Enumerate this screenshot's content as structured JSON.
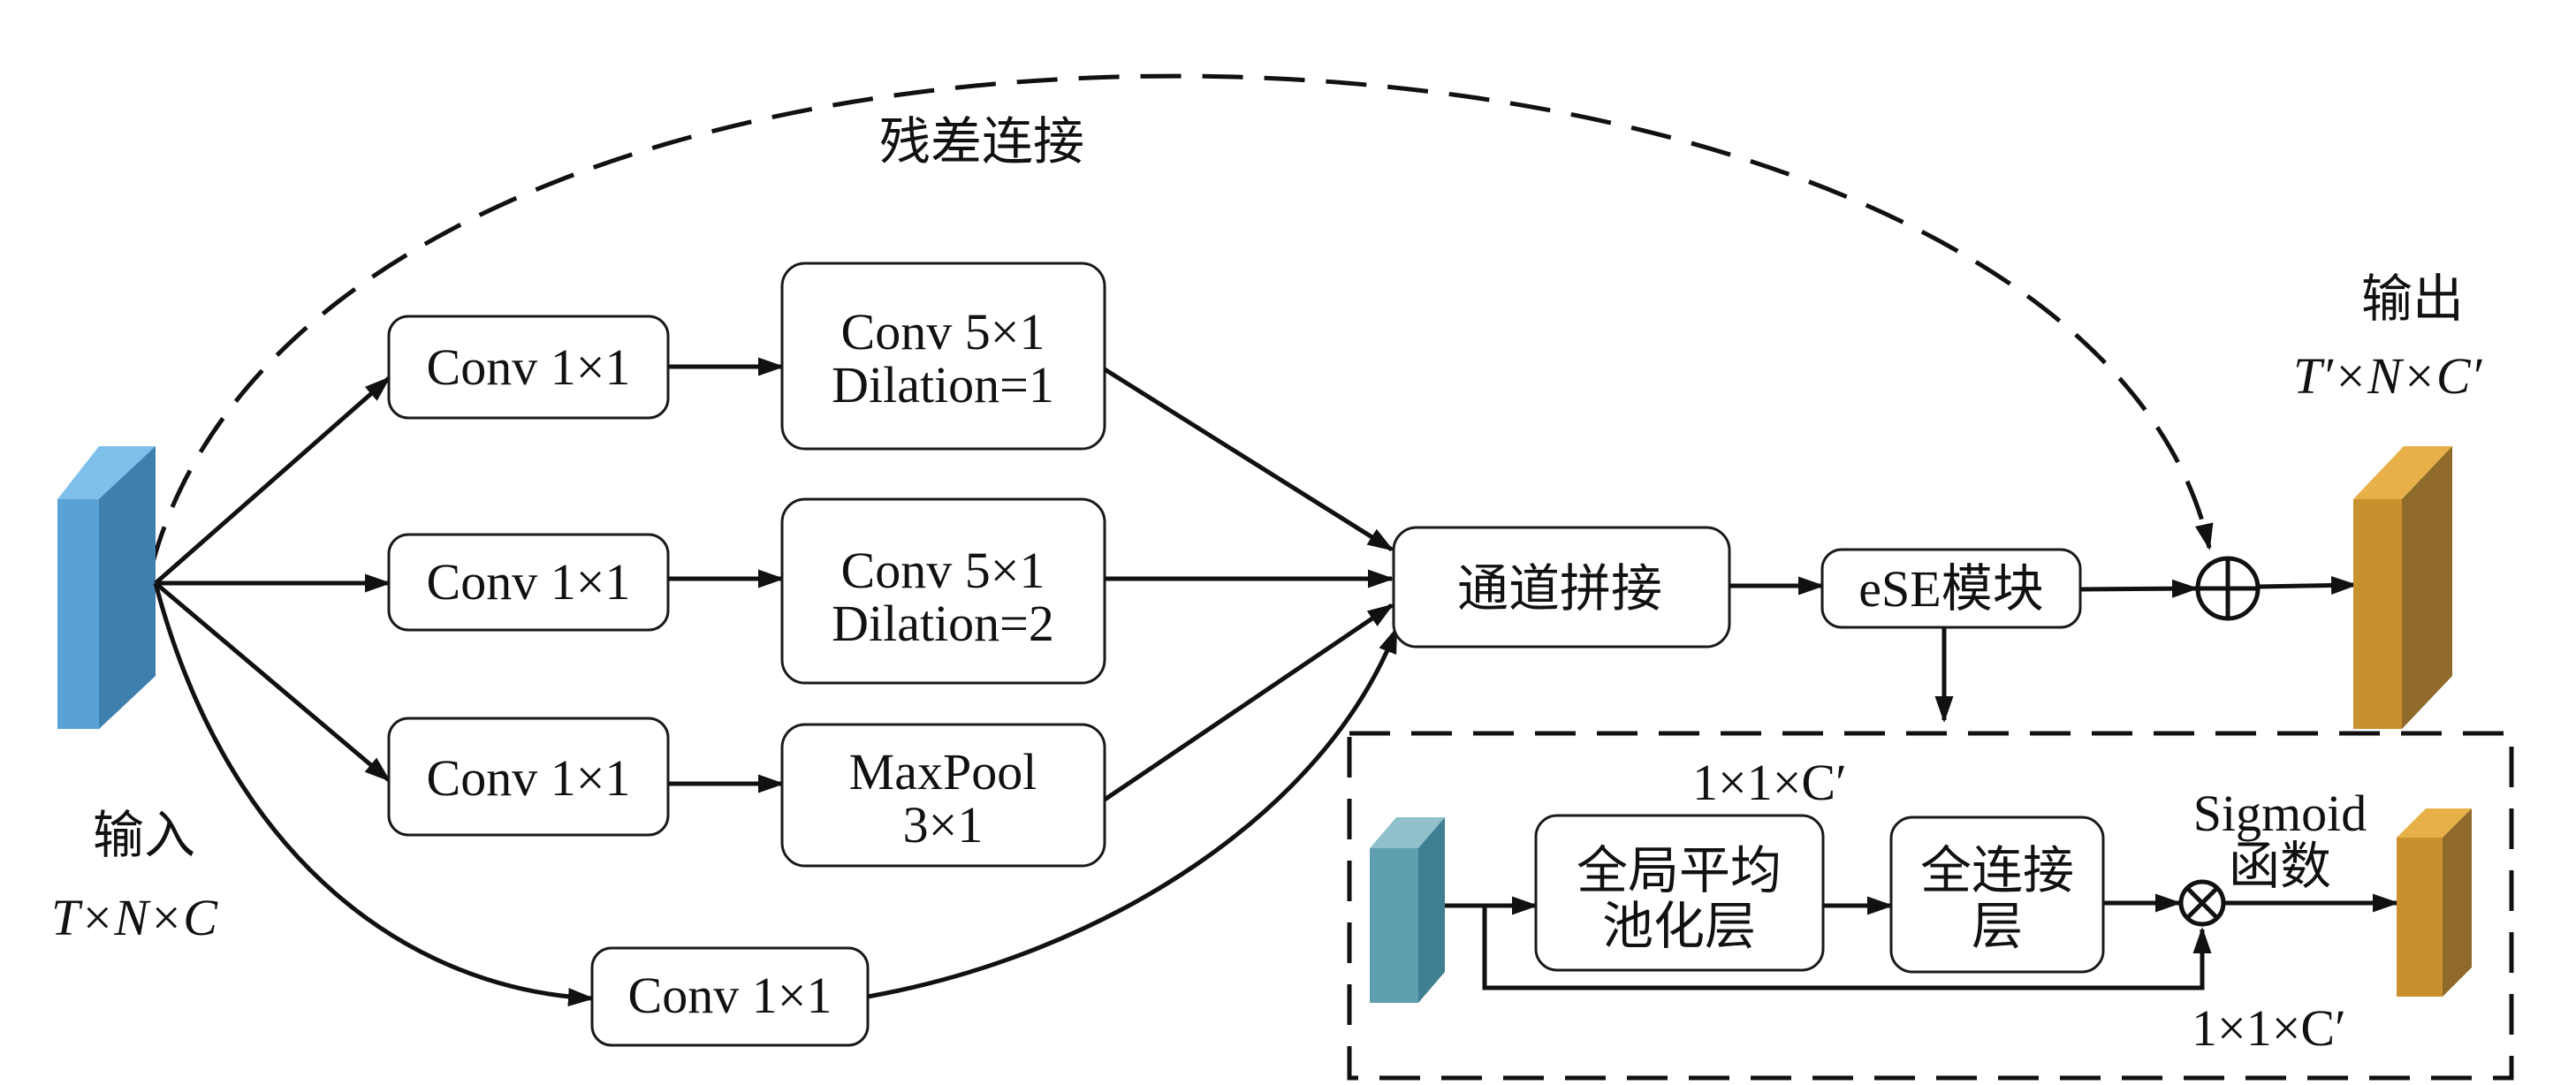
{
  "residual_label": "残差连接",
  "input": {
    "label": "输入",
    "dims": "T×N×C"
  },
  "output": {
    "label": "输出",
    "dims": "T′×N×C′"
  },
  "branches": {
    "conv1x1_a": "Conv 1×1",
    "conv1x1_b": "Conv 1×1",
    "conv1x1_c": "Conv 1×1",
    "conv1x1_d": "Conv 1×1",
    "conv5_d1_line1": "Conv 5×1",
    "conv5_d1_line2": "Dilation=1",
    "conv5_d2_line1": "Conv 5×1",
    "conv5_d2_line2": "Dilation=2",
    "maxpool_line1": "MaxPool",
    "maxpool_line2": "3×1"
  },
  "concat": "通道拼接",
  "ese": "eSE模块",
  "ese_detail": {
    "top_dims": "1×1×C′",
    "gap_line1": "全局平均",
    "gap_line2": "池化层",
    "fc_line1": "全连接",
    "fc_line2": "层",
    "sigmoid_line1": "Sigmoid",
    "sigmoid_line2": "函数",
    "bottom_dims": "1×1×C′"
  },
  "colors": {
    "input_front": "#5aa2d6",
    "input_side": "#3f7fae",
    "input_top": "#7fc0ea",
    "output_front": "#c9902e",
    "output_side": "#8f6a2a",
    "output_top": "#e8b048",
    "teal_front": "#5e9eae",
    "teal_side": "#3e7f91",
    "teal_top": "#8fc0cc"
  }
}
